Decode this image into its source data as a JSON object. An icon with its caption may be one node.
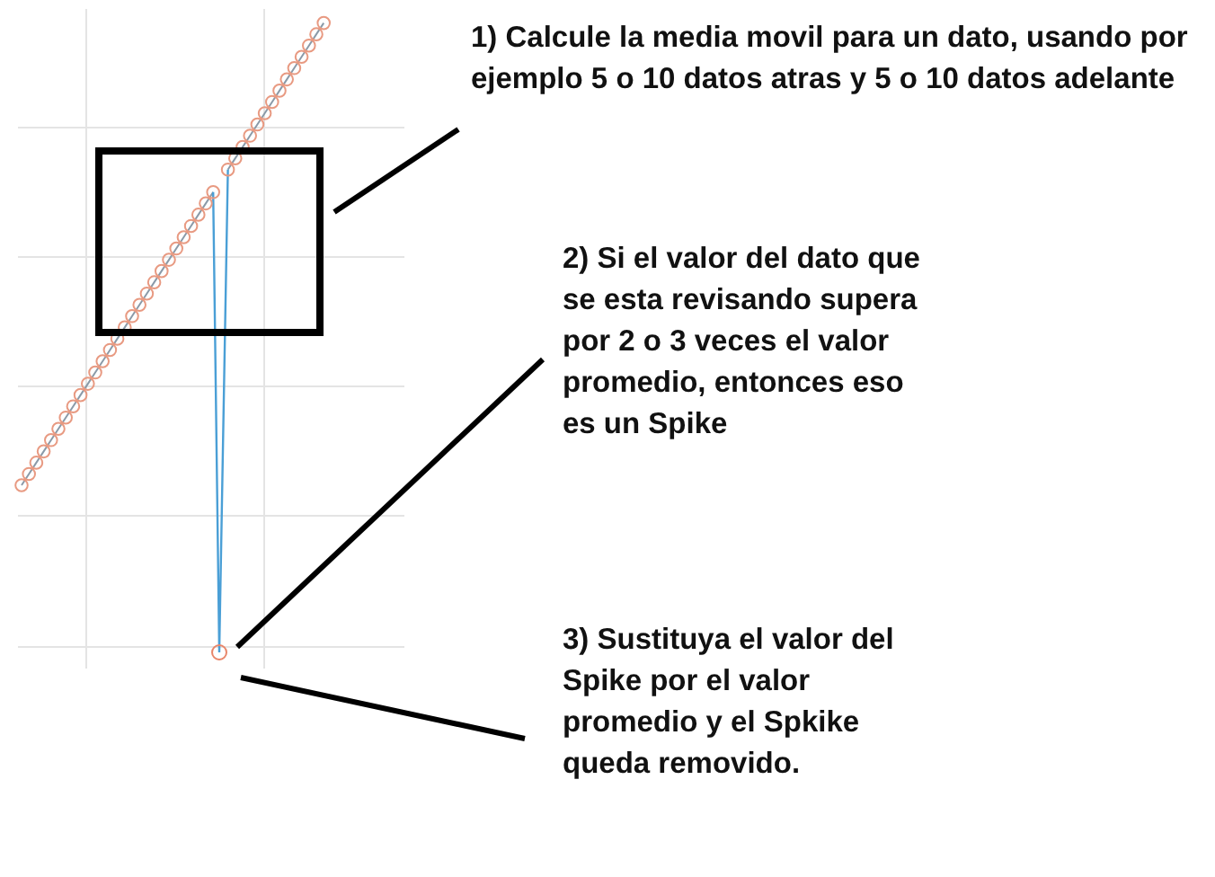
{
  "diagram": {
    "nodes": [
      {
        "text": [
          "1) Calcule la media movil para un dato, usando por ejemplo 5 o 10 datos atras y 5 o 10 datos adelante"
        ]
      },
      {
        "text": [],
        "shape": "box"
      },
      {
        "text": [
          "2) Si el valor del dato que se esta revisando supera por 2 o 3 veces el valor promedio, entonces eso es un Spike"
        ]
      },
      {
        "text": [],
        "shape": "circle"
      },
      {
        "text": [
          "3) Sustituya el valor del Spike por el valor promedio y el Spkike queda removido."
        ]
      }
    ],
    "edges": [
      {
        "from": 0,
        "to": 1,
        "arrow": "none"
      },
      {
        "from": 2,
        "to": 3,
        "arrow": "none"
      },
      {
        "from": 4,
        "to": 3,
        "arrow": "none"
      }
    ]
  }
}
